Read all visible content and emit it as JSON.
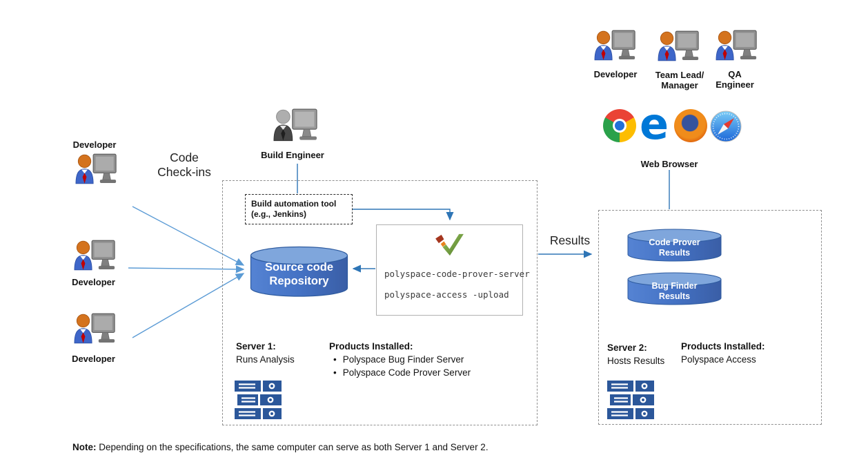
{
  "labels": {
    "code_line1": "Code",
    "code_line2": "Check-ins",
    "build_engineer": "Build Engineer",
    "results": "Results",
    "web_browser": "Web Browser"
  },
  "actors_left": [
    {
      "label": "Developer"
    },
    {
      "label": "Developer"
    },
    {
      "label": "Developer"
    }
  ],
  "actors_right": [
    {
      "line1": "Developer",
      "line2": ""
    },
    {
      "line1": "Team Lead/",
      "line2": "Manager"
    },
    {
      "line1": "QA",
      "line2": "Engineer"
    }
  ],
  "build_tool": {
    "line1": "Build automation tool",
    "line2": "(e.g., Jenkins)"
  },
  "repository": {
    "line1": "Source code",
    "line2": "Repository"
  },
  "commands": {
    "cmd1": "polyspace-code-prover-server",
    "cmd2": "polyspace-access -upload"
  },
  "server1": {
    "title": "Server 1:",
    "role": "Runs Analysis",
    "products_title": "Products Installed:",
    "bullet": "•",
    "products": [
      {
        "name": "Polyspace Bug Finder Server"
      },
      {
        "name": "Polyspace Code Prover Server"
      }
    ]
  },
  "server2": {
    "title": "Server 2:",
    "role": "Hosts Results",
    "products_title": "Products Installed:",
    "product": "Polyspace Access"
  },
  "results_db": [
    {
      "line1": "Code Prover",
      "line2": "Results"
    },
    {
      "line1": "Bug Finder",
      "line2": "Results"
    }
  ],
  "icons": {
    "browsers": [
      "chrome",
      "edge",
      "firefox",
      "safari"
    ],
    "edge_glyph": "e"
  },
  "note": {
    "bold": "Note:",
    "text": " Depending on the specifications, the same computer can serve as both Server 1 and Server 2."
  },
  "colors": {
    "arrow": "#2E75B6",
    "dev_arrow": "#5B9BD5",
    "cylinder_body": "#4472C4",
    "cylinder_top": "#7FA6DC",
    "server_icon": "#2B579A",
    "tie_red": "#C00000",
    "check_green": "#6FA33C"
  }
}
